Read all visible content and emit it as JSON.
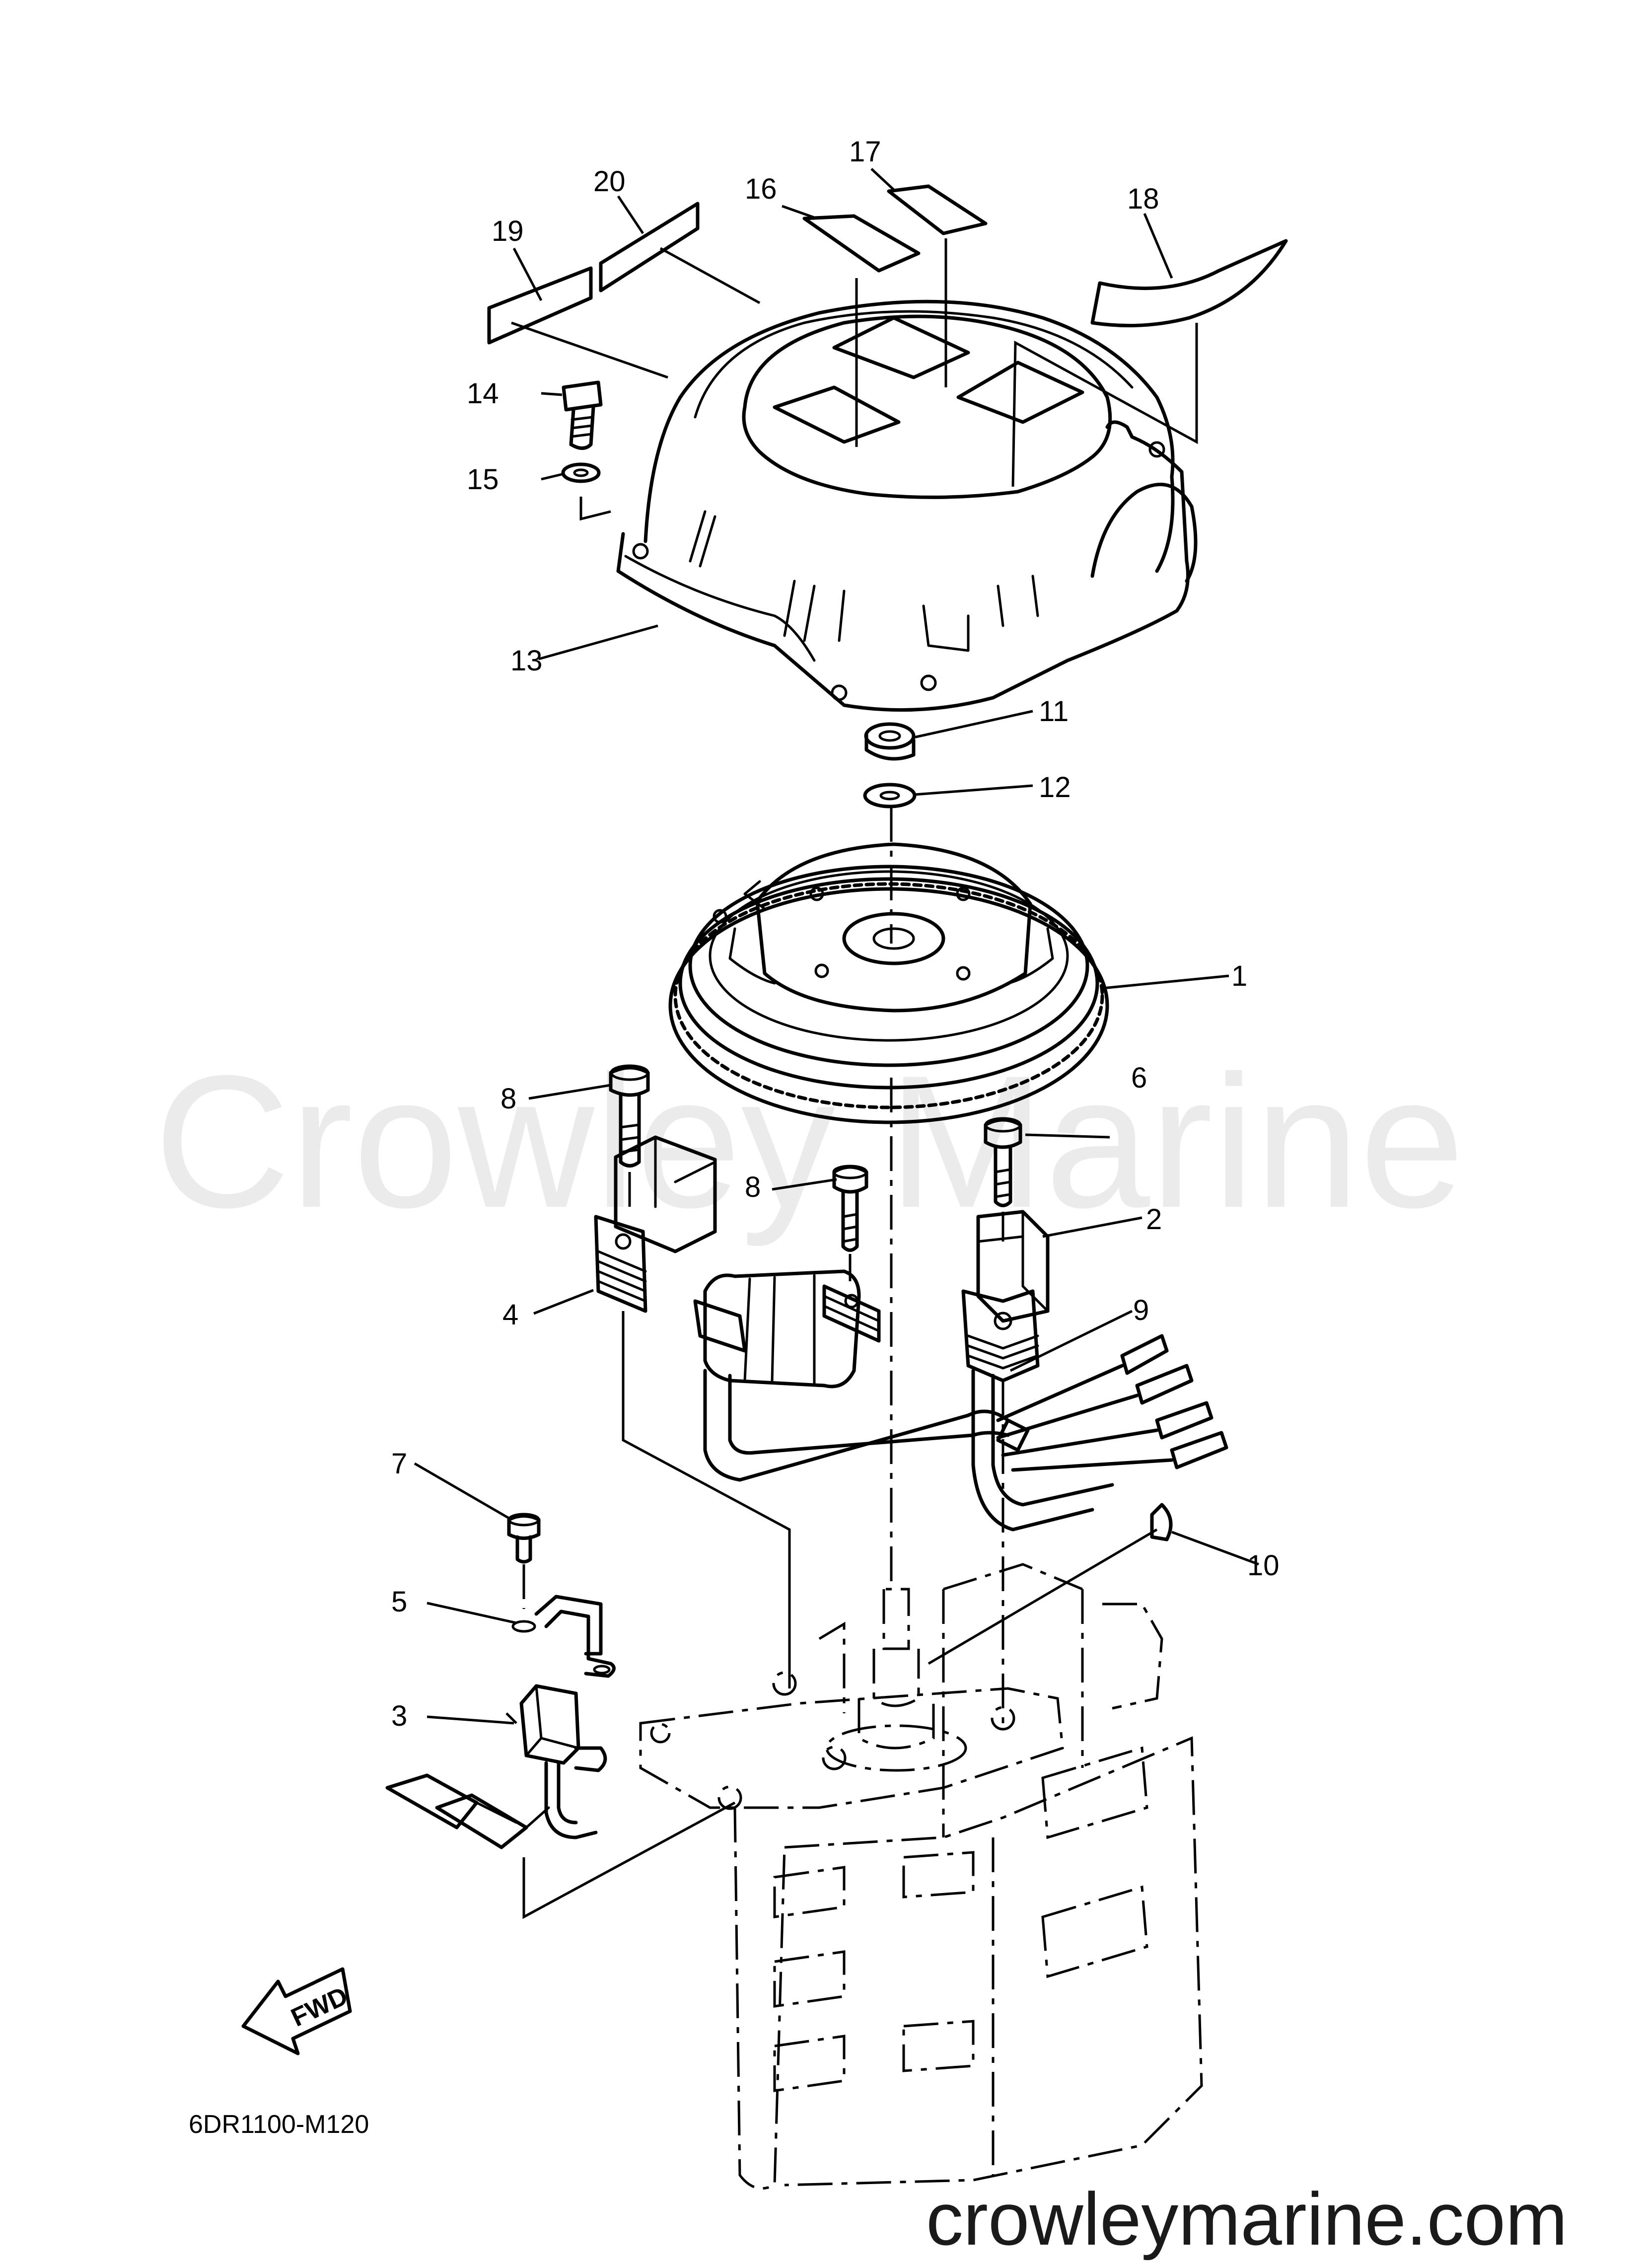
{
  "diagram": {
    "watermark": "Crowley Marine",
    "site_label": "crowleymarine.com",
    "diagram_code": "6DR1100-M120",
    "direction_label": "FWD",
    "callouts": [
      {
        "key": "c1",
        "text": "1"
      },
      {
        "key": "c2",
        "text": "2"
      },
      {
        "key": "c3",
        "text": "3"
      },
      {
        "key": "c4",
        "text": "4"
      },
      {
        "key": "c5",
        "text": "5"
      },
      {
        "key": "c6",
        "text": "6"
      },
      {
        "key": "c7",
        "text": "7"
      },
      {
        "key": "c8a",
        "text": "8"
      },
      {
        "key": "c8b",
        "text": "8"
      },
      {
        "key": "c9",
        "text": "9"
      },
      {
        "key": "c10",
        "text": "10"
      },
      {
        "key": "c11",
        "text": "11"
      },
      {
        "key": "c12",
        "text": "12"
      },
      {
        "key": "c13",
        "text": "13"
      },
      {
        "key": "c14",
        "text": "14"
      },
      {
        "key": "c15",
        "text": "15"
      },
      {
        "key": "c16",
        "text": "16"
      },
      {
        "key": "c17",
        "text": "17"
      },
      {
        "key": "c18",
        "text": "18"
      },
      {
        "key": "c19",
        "text": "19"
      },
      {
        "key": "c20",
        "text": "20"
      }
    ]
  }
}
